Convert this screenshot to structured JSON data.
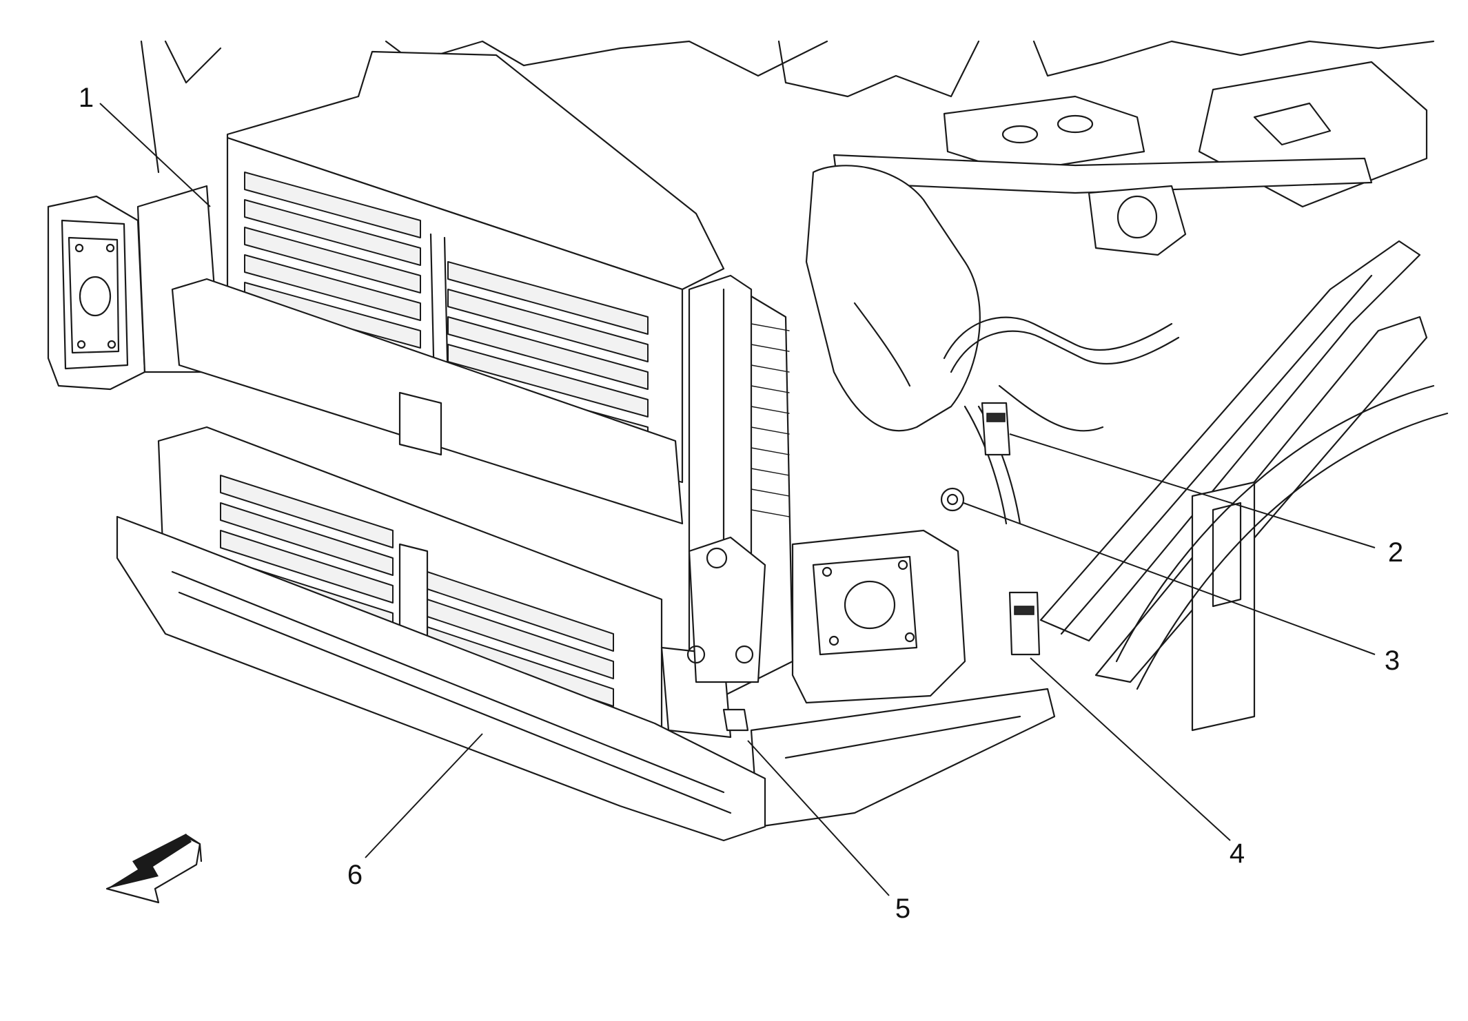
{
  "diagram": {
    "callouts": [
      {
        "id": "1",
        "label": "1"
      },
      {
        "id": "2",
        "label": "2"
      },
      {
        "id": "3",
        "label": "3"
      },
      {
        "id": "4",
        "label": "4"
      },
      {
        "id": "5",
        "label": "5"
      },
      {
        "id": "6",
        "label": "6"
      }
    ],
    "direction_arrow": "front-arrow-icon",
    "colors": {
      "line": "#1a1a1a",
      "background": "#ffffff"
    }
  }
}
